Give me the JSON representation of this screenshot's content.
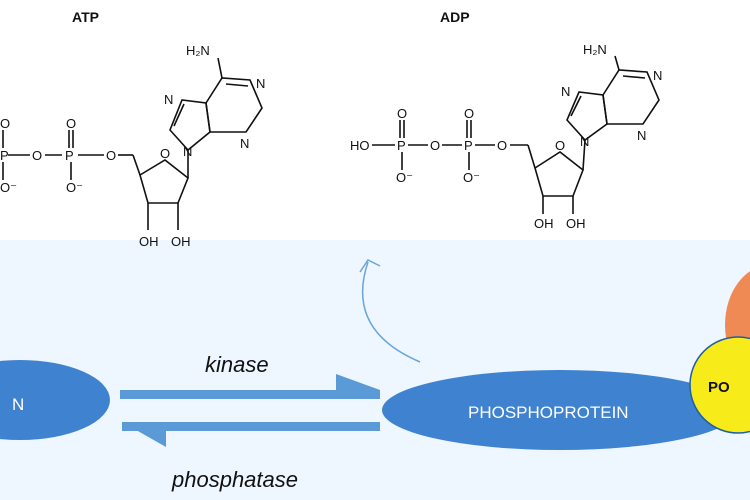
{
  "molecules": {
    "atp": {
      "label": "ATP",
      "amine": "H₂N",
      "oh_left": "OH",
      "oh_right": "OH",
      "o_ether": "O"
    },
    "adp": {
      "label": "ADP",
      "amine": "H₂N",
      "oh_left": "OH",
      "oh_right": "OH",
      "ho": "HO",
      "o_ether": "O"
    }
  },
  "atoms": {
    "phosphorus": "P",
    "oxygen": "O",
    "oxygen_anion": "O⁻",
    "nitrogen": "N"
  },
  "reaction": {
    "forward": "kinase",
    "reverse": "phosphatase",
    "left_protein": "N",
    "right_protein": "PHOSPHOPROTEIN",
    "phosphate_badge": "PO"
  },
  "colors": {
    "protein_blue": "#3f82d0",
    "arrow_blue": "#5a9ad6",
    "curve_blue": "#6aa6d8",
    "badge_yellow": "#f7ec1a",
    "orange": "#f08a55",
    "background_blue": "#eef6ff"
  }
}
